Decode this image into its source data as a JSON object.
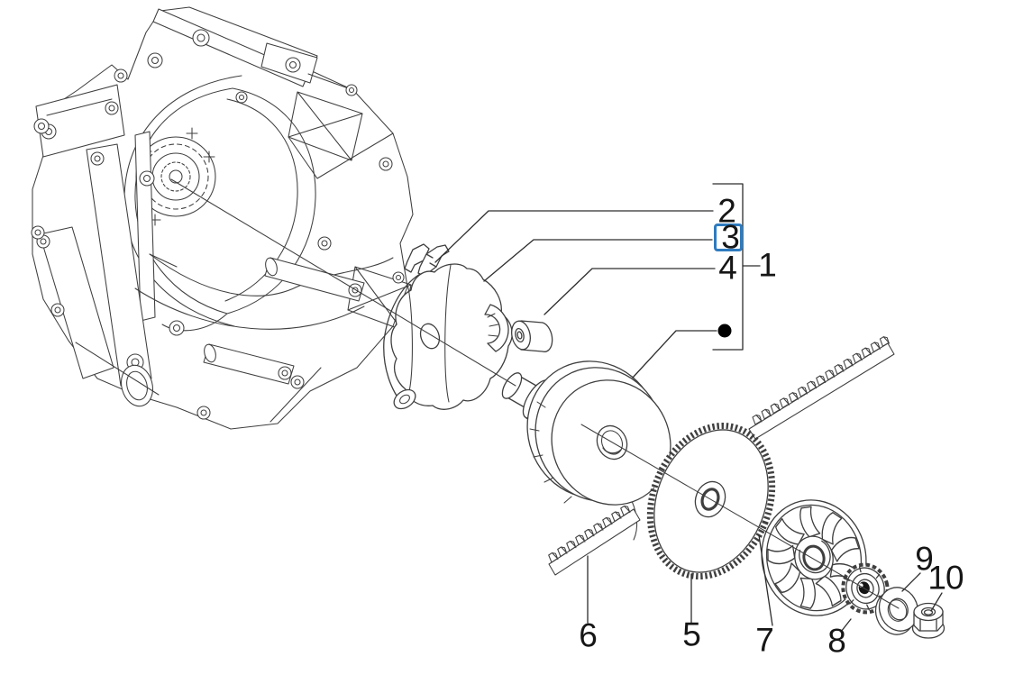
{
  "colors": {
    "background": "#ffffff",
    "line": "#3f3f3f",
    "text": "#161616",
    "highlight": "#2e7bbf",
    "bullet": "#000000"
  },
  "callouts": {
    "c1": {
      "label": "1",
      "highlighted": false
    },
    "c2": {
      "label": "2",
      "highlighted": false
    },
    "c3": {
      "label": "3",
      "highlighted": true
    },
    "c4": {
      "label": "4",
      "highlighted": false
    },
    "c5": {
      "label": "5",
      "highlighted": false
    },
    "c6": {
      "label": "6",
      "highlighted": false
    },
    "c7": {
      "label": "7",
      "highlighted": false
    },
    "c8": {
      "label": "8",
      "highlighted": false
    },
    "c9": {
      "label": "9",
      "highlighted": false
    },
    "c10": {
      "label": "10",
      "highlighted": false
    }
  }
}
